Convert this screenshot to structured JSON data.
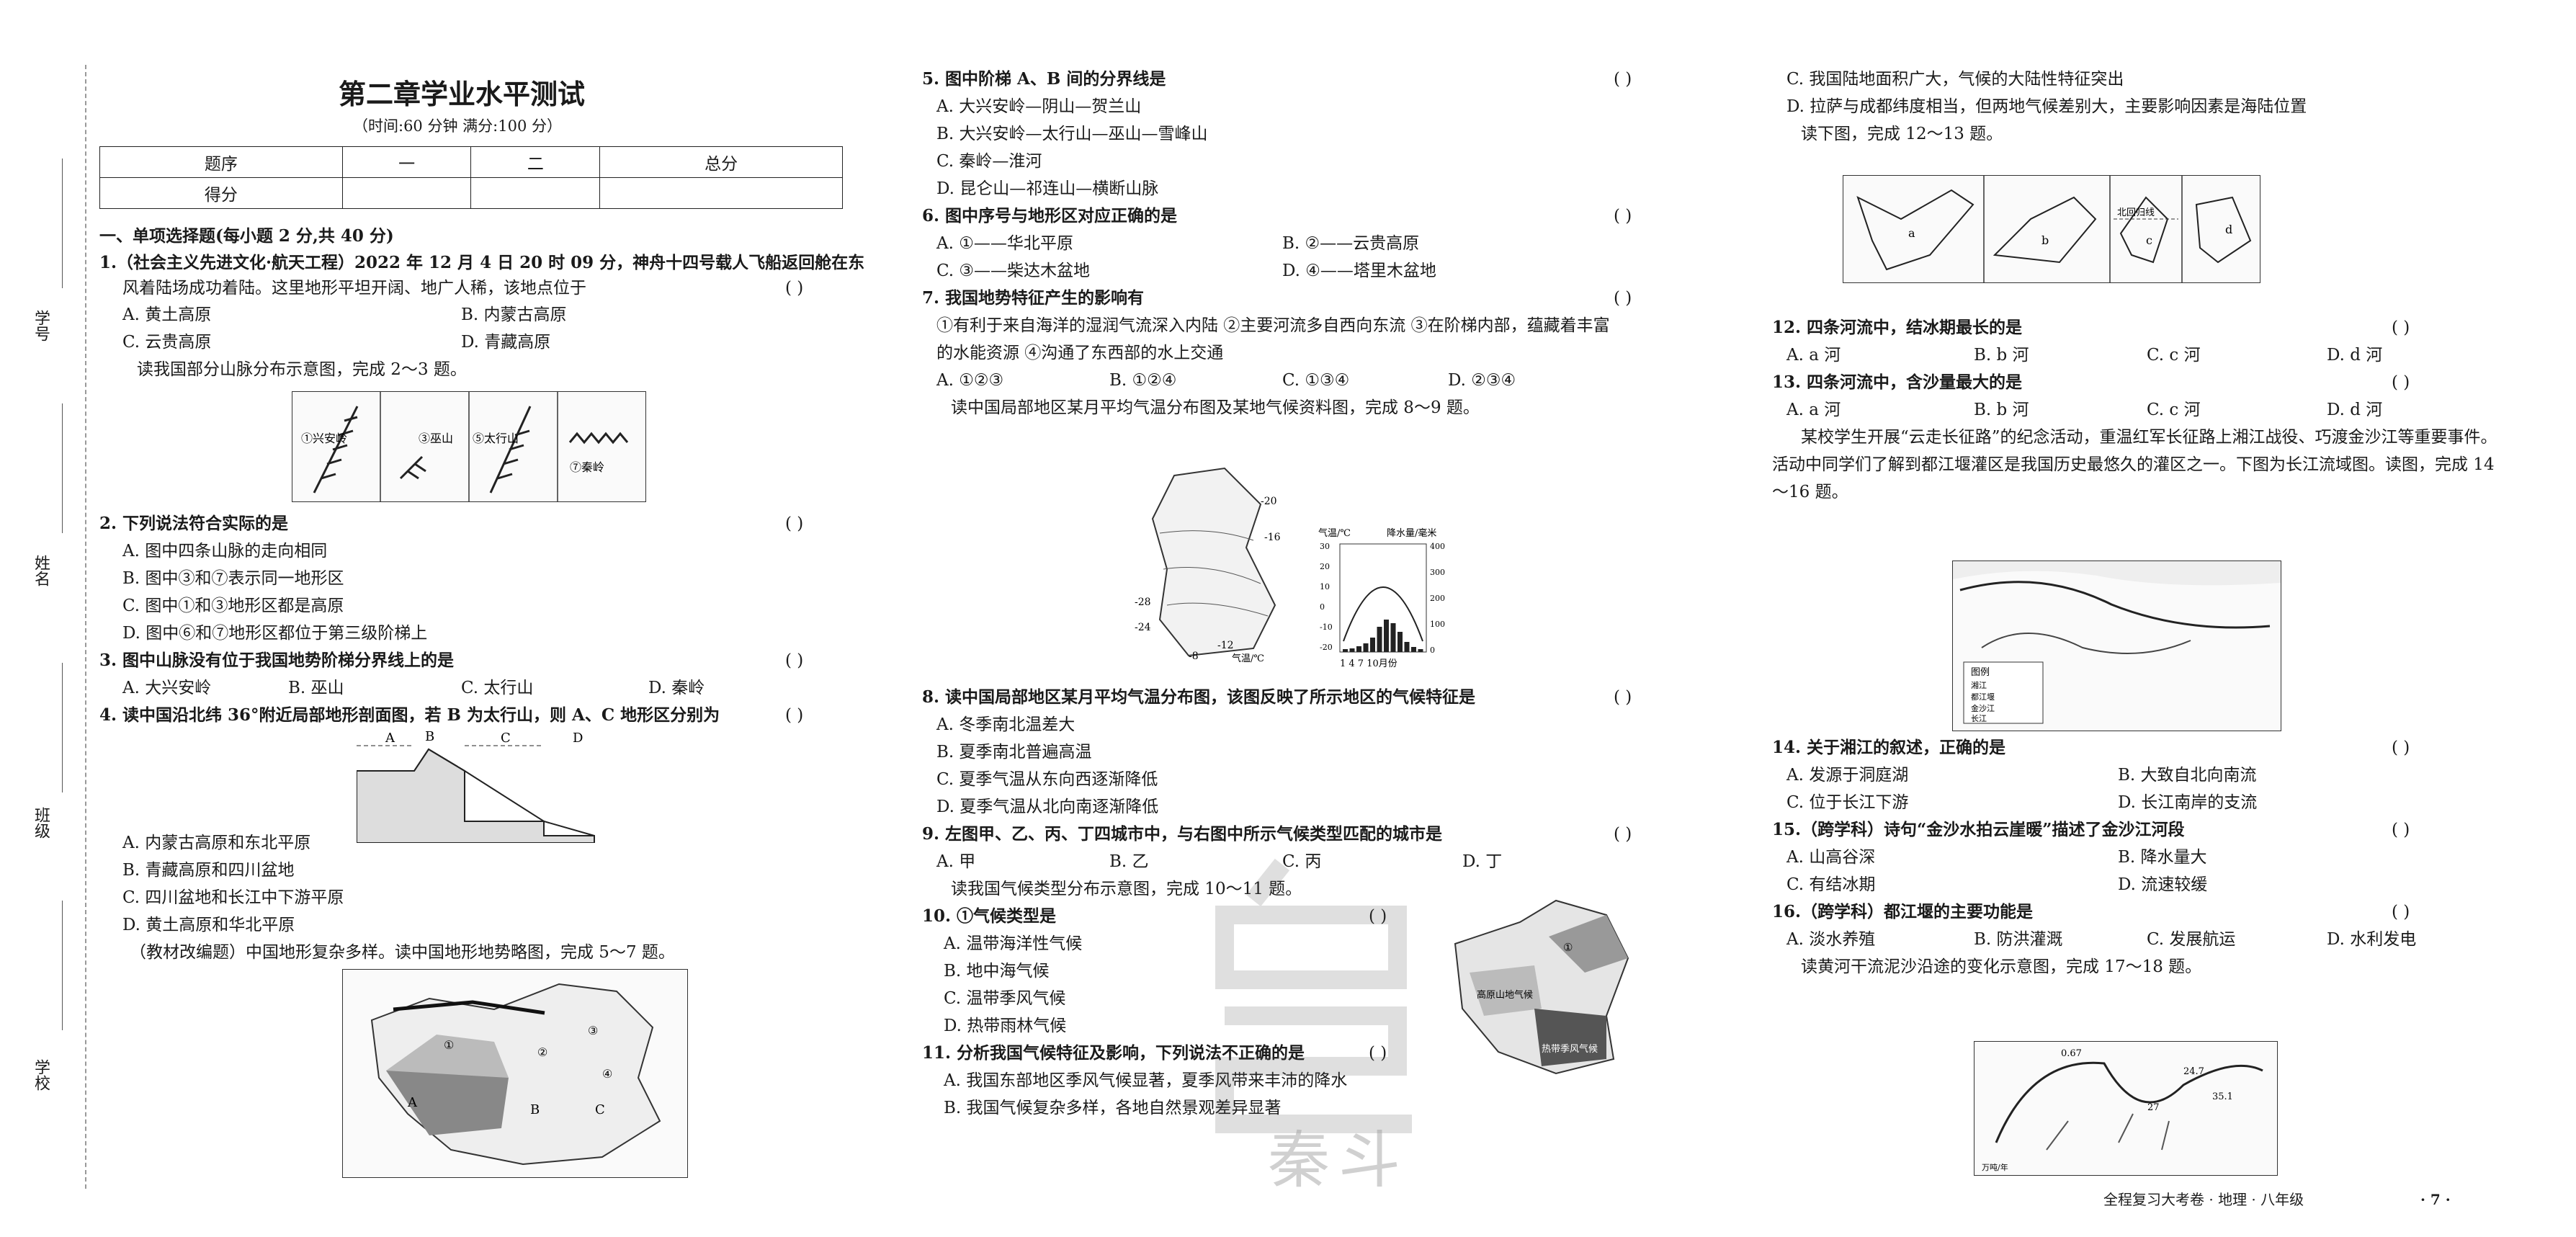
{
  "header": {
    "title": "第二章学业水平测试",
    "subtitle": "（时间:60 分钟   满分:100 分）"
  },
  "side_labels": {
    "school": "学校",
    "class": "班级",
    "name": "姓名",
    "id": "学号"
  },
  "score_table": {
    "rows": [
      [
        "题序",
        "一",
        "二",
        "总分"
      ],
      [
        "得分",
        "",
        "",
        ""
      ]
    ]
  },
  "section1": "一、单项选择题(每小题 2 分,共 40 分)",
  "col1": [
    {
      "id": "q1a",
      "text": "1.（社会主义先进文化·航天工程）2022 年 12 月 4 日 20 时 09 分，神舟十四号载人飞船返回舱在东"
    },
    {
      "id": "q1b",
      "text": "风着陆场成功着陆。这里地形平坦开阔、地广人稀，该地点位于"
    },
    {
      "id": "q1c",
      "text": "A. 黄土高原"
    },
    {
      "id": "q1d",
      "text": "B. 内蒙古高原"
    },
    {
      "id": "q1e",
      "text": "C. 云贵高原"
    },
    {
      "id": "q1f",
      "text": "D. 青藏高原"
    },
    {
      "id": "r23",
      "text": "读我国部分山脉分布示意图，完成 2～3 题。"
    },
    {
      "id": "q2",
      "text": "2. 下列说法符合实际的是"
    },
    {
      "id": "q2a",
      "text": "A. 图中四条山脉的走向相同"
    },
    {
      "id": "q2b",
      "text": "B. 图中③和⑦表示同一地形区"
    },
    {
      "id": "q2c",
      "text": "C. 图中①和③地形区都是高原"
    },
    {
      "id": "q2d",
      "text": "D. 图中⑥和⑦地形区都位于第三级阶梯上"
    },
    {
      "id": "q3",
      "text": "3. 图中山脉没有位于我国地势阶梯分界线上的是"
    },
    {
      "id": "q3a",
      "text": "A. 大兴安岭"
    },
    {
      "id": "q3b",
      "text": "B. 巫山"
    },
    {
      "id": "q3c",
      "text": "C. 太行山"
    },
    {
      "id": "q3d",
      "text": "D. 秦岭"
    },
    {
      "id": "q4",
      "text": "4. 读中国沿北纬 36°附近局部地形剖面图，若 B 为太行山，则 A、C 地形区分别为"
    },
    {
      "id": "q4a",
      "text": "A. 内蒙古高原和东北平原"
    },
    {
      "id": "q4b",
      "text": "B. 青藏高原和四川盆地"
    },
    {
      "id": "q4c",
      "text": "C. 四川盆地和长江中下游平原"
    },
    {
      "id": "q4d",
      "text": "D. 黄土高原和华北平原"
    },
    {
      "id": "r57",
      "text": "（教材改编题）中国地形复杂多样。读中国地形地势略图，完成 5～7 题。"
    }
  ],
  "col2": [
    {
      "id": "q5",
      "text": "5. 图中阶梯 A、B 间的分界线是"
    },
    {
      "id": "q5a",
      "text": "A. 大兴安岭—阴山—贺兰山"
    },
    {
      "id": "q5b",
      "text": "B. 大兴安岭—太行山—巫山—雪峰山"
    },
    {
      "id": "q5c",
      "text": "C. 秦岭—淮河"
    },
    {
      "id": "q5d",
      "text": "D. 昆仑山—祁连山—横断山脉"
    },
    {
      "id": "q6",
      "text": "6. 图中序号与地形区对应正确的是"
    },
    {
      "id": "q6a",
      "text": "A. ①——华北平原"
    },
    {
      "id": "q6b",
      "text": "B. ②——云贵高原"
    },
    {
      "id": "q6c",
      "text": "C. ③——柴达木盆地"
    },
    {
      "id": "q6d",
      "text": "D. ④——塔里木盆地"
    },
    {
      "id": "q7",
      "text": "7. 我国地势特征产生的影响有"
    },
    {
      "id": "q7x",
      "text": "①有利于来自海洋的湿润气流深入内陆   ②主要河流多自西向东流   ③在阶梯内部，蕴藏着丰富"
    },
    {
      "id": "q7y",
      "text": "的水能资源   ④沟通了东西部的水上交通"
    },
    {
      "id": "q7a",
      "text": "A. ①②③"
    },
    {
      "id": "q7b",
      "text": "B. ①②④"
    },
    {
      "id": "q7c",
      "text": "C. ①③④"
    },
    {
      "id": "q7d",
      "text": "D. ②③④"
    },
    {
      "id": "r89",
      "text": "读中国局部地区某月平均气温分布图及某地气候资料图，完成 8～9 题。"
    },
    {
      "id": "q8",
      "text": "8. 读中国局部地区某月平均气温分布图，该图反映了所示地区的气候特征是"
    },
    {
      "id": "q8a",
      "text": "A. 冬季南北温差大"
    },
    {
      "id": "q8b",
      "text": "B. 夏季南北普遍高温"
    },
    {
      "id": "q8c",
      "text": "C. 夏季气温从东向西逐渐降低"
    },
    {
      "id": "q8d",
      "text": "D. 夏季气温从北向南逐渐降低"
    },
    {
      "id": "q9",
      "text": "9. 左图甲、乙、丙、丁四城市中，与右图中所示气候类型匹配的城市是"
    },
    {
      "id": "q9a",
      "text": "A. 甲"
    },
    {
      "id": "q9b",
      "text": "B. 乙"
    },
    {
      "id": "q9c",
      "text": "C. 丙"
    },
    {
      "id": "q9d",
      "text": "D. 丁"
    },
    {
      "id": "r1011",
      "text": "读我国气候类型分布示意图，完成 10～11 题。"
    },
    {
      "id": "q10",
      "text": "10. ①气候类型是"
    },
    {
      "id": "q10a",
      "text": "A. 温带海洋性气候"
    },
    {
      "id": "q10b",
      "text": "B. 地中海气候"
    },
    {
      "id": "q10c",
      "text": "C. 温带季风气候"
    },
    {
      "id": "q10d",
      "text": "D. 热带雨林气候"
    },
    {
      "id": "q11",
      "text": "11. 分析我国气候特征及影响，下列说法不正确的是"
    },
    {
      "id": "q11a",
      "text": "A. 我国东部地区季风气候显著，夏季风带来丰沛的降水"
    },
    {
      "id": "q11b",
      "text": "B. 我国气候复杂多样，各地自然景观差异显著"
    }
  ],
  "col3": [
    {
      "id": "q11c",
      "text": "C. 我国陆地面积广大，气候的大陆性特征突出"
    },
    {
      "id": "q11d",
      "text": "D. 拉萨与成都纬度相当，但两地气候差别大，主要影响因素是海陆位置"
    },
    {
      "id": "r1213",
      "text": "读下图，完成 12～13 题。"
    },
    {
      "id": "q12",
      "text": "12. 四条河流中，结冰期最长的是"
    },
    {
      "id": "q12a",
      "text": "A. a 河"
    },
    {
      "id": "q12b",
      "text": "B. b 河"
    },
    {
      "id": "q12c",
      "text": "C. c 河"
    },
    {
      "id": "q12d",
      "text": "D. d 河"
    },
    {
      "id": "q13",
      "text": "13. 四条河流中，含沙量最大的是"
    },
    {
      "id": "q13a",
      "text": "A. a 河"
    },
    {
      "id": "q13b",
      "text": "B. b 河"
    },
    {
      "id": "q13c",
      "text": "C. c 河"
    },
    {
      "id": "q13d",
      "text": "D. d 河"
    },
    {
      "id": "r1416a",
      "text": "某校学生开展“云走长征路”的纪念活动，重温红军长征路上湘江战役、巧渡金沙江等重要事件。"
    },
    {
      "id": "r1416b",
      "text": "活动中同学们了解到都江堰灌区是我国历史最悠久的灌区之一。下图为长江流域图。读图，完成 14"
    },
    {
      "id": "r1416c",
      "text": "～16 题。"
    },
    {
      "id": "q14",
      "text": "14. 关于湘江的叙述，正确的是"
    },
    {
      "id": "q14a",
      "text": "A. 发源于洞庭湖"
    },
    {
      "id": "q14b",
      "text": "B. 大致自北向南流"
    },
    {
      "id": "q14c",
      "text": "C. 位于长江下游"
    },
    {
      "id": "q14d",
      "text": "D. 长江南岸的支流"
    },
    {
      "id": "q15",
      "text": "15.（跨学科）诗句“金沙水拍云崖暖”描述了金沙江河段"
    },
    {
      "id": "q15a",
      "text": "A. 山高谷深"
    },
    {
      "id": "q15b",
      "text": "B. 降水量大"
    },
    {
      "id": "q15c",
      "text": "C. 有结冰期"
    },
    {
      "id": "q15d",
      "text": "D. 流速较缓"
    },
    {
      "id": "q16",
      "text": "16.（跨学科）都江堰的主要功能是"
    },
    {
      "id": "q16a",
      "text": "A. 淡水养殖"
    },
    {
      "id": "q16b",
      "text": "B. 防洪灌溉"
    },
    {
      "id": "q16c",
      "text": "C. 发展航运"
    },
    {
      "id": "q16d",
      "text": "D. 水利发电"
    },
    {
      "id": "r1718",
      "text": "读黄河干流泥沙沿途的变化示意图，完成 17～18 题。"
    }
  ],
  "paren": "(        )",
  "figures": {
    "mountains": [
      "①兴安岭",
      "③巫山",
      "⑤太行山",
      "⑦秦岭"
    ],
    "profile": [
      "A",
      "B",
      "C",
      "D"
    ],
    "terrain": [
      "A",
      "B",
      "C",
      "①",
      "②",
      "③",
      "④"
    ],
    "climate_chart": {
      "ylabel_left": "气温/℃",
      "ylabel_right": "降水量/毫米",
      "xticks": "1  4  7  10月份",
      "left_ticks": [
        "30",
        "20",
        "10",
        "0",
        "-10",
        "-20"
      ],
      "right_ticks": [
        "400",
        "300",
        "200",
        "100",
        "0"
      ]
    },
    "temp_map": [
      "-28",
      "-24",
      "-20",
      "-16",
      "-12",
      "-8",
      "气温/℃"
    ],
    "climate_map": [
      "高原山地气候",
      "热带季风气候",
      "①"
    ],
    "rivers": [
      "a",
      "b",
      "c",
      "d",
      "北回归线"
    ],
    "yangtze_legend": [
      "图例",
      "湘江",
      "都江堰",
      "金沙江",
      "长江"
    ],
    "huanghe": [
      "0.67",
      "24.7",
      "27",
      "35.1",
      "万吨/年"
    ]
  },
  "footer": {
    "book": "全程复习大考卷 · 地理 · 八年级",
    "page": "· 7 ·"
  },
  "watermark": "秦斗"
}
